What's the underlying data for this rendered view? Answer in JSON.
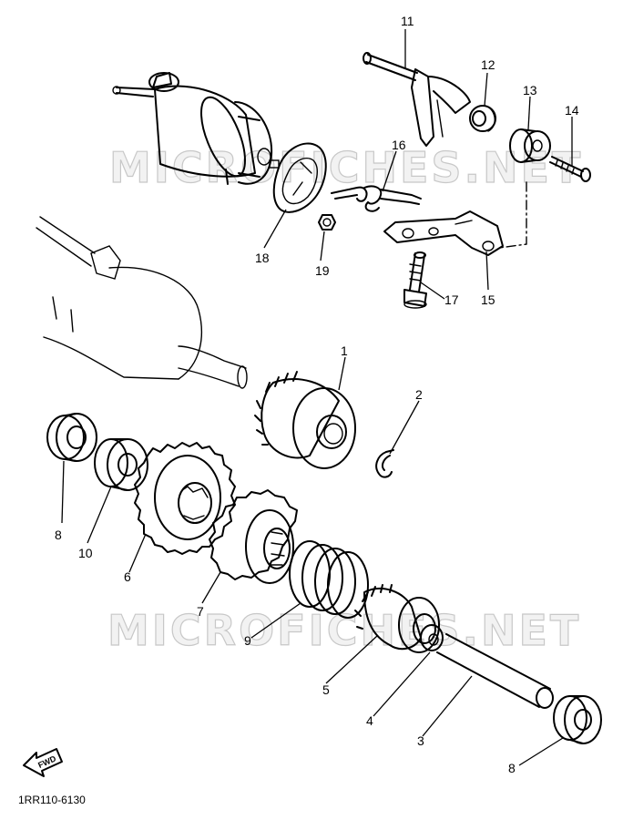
{
  "diagram_code": "1RR110-6130",
  "watermark": "MICROFICHES.NET",
  "fwd_label": "FWD",
  "parts": [
    {
      "id": "p1",
      "number": "1"
    },
    {
      "id": "p2",
      "number": "2"
    },
    {
      "id": "p3",
      "number": "3"
    },
    {
      "id": "p4",
      "number": "4"
    },
    {
      "id": "p5",
      "number": "5"
    },
    {
      "id": "p6",
      "number": "6"
    },
    {
      "id": "p7",
      "number": "7"
    },
    {
      "id": "p8a",
      "number": "8"
    },
    {
      "id": "p8b",
      "number": "8"
    },
    {
      "id": "p9",
      "number": "9"
    },
    {
      "id": "p10",
      "number": "10"
    },
    {
      "id": "p11",
      "number": "11"
    },
    {
      "id": "p12",
      "number": "12"
    },
    {
      "id": "p13",
      "number": "13"
    },
    {
      "id": "p14",
      "number": "14"
    },
    {
      "id": "p15",
      "number": "15"
    },
    {
      "id": "p16",
      "number": "16"
    },
    {
      "id": "p17",
      "number": "17"
    },
    {
      "id": "p18",
      "number": "18"
    },
    {
      "id": "p19",
      "number": "19"
    }
  ]
}
